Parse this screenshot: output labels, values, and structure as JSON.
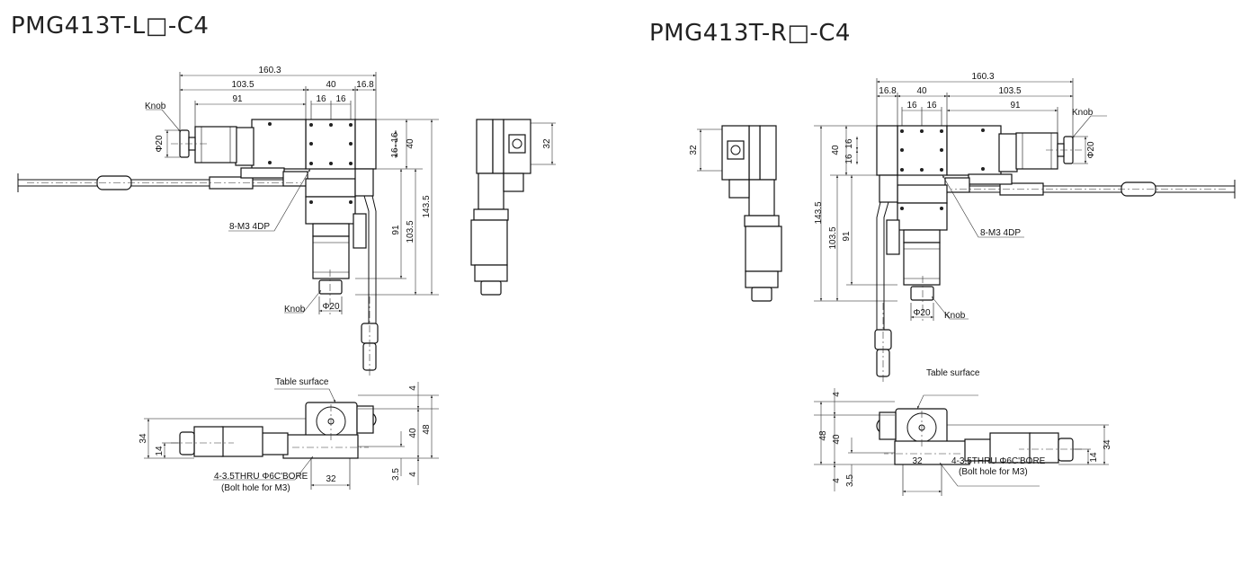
{
  "left": {
    "title": "PMG413T-L□-C4",
    "top_view": {
      "dims": {
        "overall": "160.3",
        "d103_5": "103.5",
        "d40": "40",
        "d16_8": "16.8",
        "d91": "91",
        "d16a": "16",
        "d16b": "16",
        "v16a": "16",
        "v16b": "16",
        "v40": "40",
        "v91": "91",
        "v103_5": "103.5",
        "v143_5": "143.5",
        "phi20_knob1": "Φ20",
        "phi20_knob2": "Φ20"
      },
      "labels": {
        "knob1": "Knob",
        "knob2": "Knob",
        "taps": "8-M3 4DP"
      }
    },
    "side_view": {
      "dims": {
        "d32": "32"
      }
    },
    "bottom_view": {
      "dims": {
        "d4_top": "4",
        "d40": "40",
        "d48": "48",
        "d34": "34",
        "d14": "14",
        "d3_5": "3.5",
        "d4_bottom": "4",
        "d32": "32"
      },
      "labels": {
        "table_surface": "Table surface",
        "bore": "4-3.5THRU Φ6C'BORE",
        "bore_note": "(Bolt hole for M3)"
      }
    }
  },
  "right": {
    "title": "PMG413T-R□-C4",
    "top_view": {
      "dims": {
        "overall": "160.3",
        "d103_5": "103.5",
        "d40": "40",
        "d16_8": "16.8",
        "d91": "91",
        "d16a": "16",
        "d16b": "16",
        "v16a": "16",
        "v16b": "16",
        "v40": "40",
        "v91": "91",
        "v103_5": "103.5",
        "v143_5": "143.5",
        "phi20_knob1": "Φ20",
        "phi20_knob2": "Φ20"
      },
      "labels": {
        "knob1": "Knob",
        "knob2": "Knob",
        "taps": "8-M3 4DP"
      }
    },
    "side_view": {
      "dims": {
        "d32": "32"
      }
    },
    "bottom_view": {
      "dims": {
        "d4_top": "4",
        "d40": "40",
        "d48": "48",
        "d34": "34",
        "d14": "14",
        "d3_5": "3.5",
        "d4_bottom": "4",
        "d32": "32"
      },
      "labels": {
        "table_surface": "Table surface",
        "bore": "4-3.5THRU Φ6C'BORE",
        "bore_note": "(Bolt hole for M3)"
      }
    }
  }
}
